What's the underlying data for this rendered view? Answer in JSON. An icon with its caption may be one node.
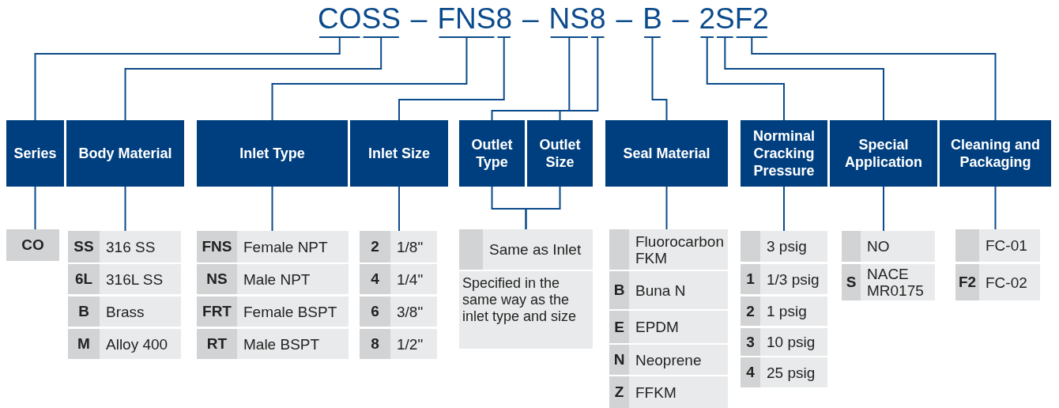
{
  "diagram": {
    "nodes": [
      {
        "text": [
          "CO"
        ]
      },
      {
        "text": [
          "SS"
        ]
      },
      {
        "text": [
          "FNS"
        ]
      },
      {
        "text": [
          "8"
        ]
      },
      {
        "text": [
          "NS"
        ]
      },
      {
        "text": [
          "8"
        ]
      },
      {
        "text": [
          "B"
        ]
      },
      {
        "text": [
          "2"
        ]
      },
      {
        "text": [
          "S"
        ]
      },
      {
        "text": [
          "F2"
        ]
      },
      {
        "text": [
          "Series"
        ]
      },
      {
        "text": [
          "Body Material"
        ]
      },
      {
        "text": [
          "Inlet Type"
        ]
      },
      {
        "text": [
          "Inlet Size"
        ]
      },
      {
        "text": [
          "Outlet Type"
        ]
      },
      {
        "text": [
          "Outlet Size"
        ]
      },
      {
        "text": [
          "Seal Material"
        ]
      },
      {
        "text": [
          "Norminal Cracking Pressure"
        ]
      },
      {
        "text": [
          "Special Application"
        ]
      },
      {
        "text": [
          "Cleaning and Packaging"
        ]
      },
      {
        "text": [
          "CO"
        ]
      },
      {
        "text": [
          "SS",
          "316 SS"
        ]
      },
      {
        "text": [
          "6L",
          "316L SS"
        ]
      },
      {
        "text": [
          "B",
          "Brass"
        ]
      },
      {
        "text": [
          "M",
          "Alloy 400"
        ]
      },
      {
        "text": [
          "FNS",
          "Female NPT"
        ]
      },
      {
        "text": [
          "NS",
          "Male NPT"
        ]
      },
      {
        "text": [
          "FRT",
          "Female BSPT"
        ]
      },
      {
        "text": [
          "RT",
          "Male BSPT"
        ]
      },
      {
        "text": [
          "2",
          "1/8\""
        ]
      },
      {
        "text": [
          "4",
          "1/4\""
        ]
      },
      {
        "text": [
          "6",
          "3/8\""
        ]
      },
      {
        "text": [
          "8",
          "1/2\""
        ]
      },
      {
        "text": [
          "Same as Inlet"
        ]
      },
      {
        "text": [
          "Specified in the same way as the inlet type and size"
        ]
      },
      {
        "text": [
          "Fluorocarbon FKM"
        ]
      },
      {
        "text": [
          "B",
          "Buna N"
        ]
      },
      {
        "text": [
          "E",
          "EPDM"
        ]
      },
      {
        "text": [
          "N",
          "Neoprene"
        ]
      },
      {
        "text": [
          "Z",
          "FFKM"
        ]
      },
      {
        "text": [
          "3 psig"
        ]
      },
      {
        "text": [
          "1",
          "1/3 psig"
        ]
      },
      {
        "text": [
          "2",
          "1 psig"
        ]
      },
      {
        "text": [
          "3",
          "10 psig"
        ]
      },
      {
        "text": [
          "4",
          "25 psig"
        ]
      },
      {
        "text": [
          "NO"
        ]
      },
      {
        "text": [
          "S",
          "NACE MR0175"
        ]
      },
      {
        "text": [
          "FC-01"
        ]
      },
      {
        "text": [
          "F2",
          "FC-02"
        ]
      }
    ],
    "edges": [
      {
        "from": 0,
        "to": 10,
        "arrow": "none"
      },
      {
        "from": 1,
        "to": 11,
        "arrow": "none"
      },
      {
        "from": 2,
        "to": 12,
        "arrow": "none"
      },
      {
        "from": 3,
        "to": 13,
        "arrow": "none"
      },
      {
        "from": 4,
        "to": 14,
        "arrow": "none"
      },
      {
        "from": 5,
        "to": 15,
        "arrow": "none"
      },
      {
        "from": 6,
        "to": 16,
        "arrow": "none"
      },
      {
        "from": 7,
        "to": 17,
        "arrow": "none"
      },
      {
        "from": 8,
        "to": 18,
        "arrow": "none"
      },
      {
        "from": 9,
        "to": 19,
        "arrow": "none"
      },
      {
        "from": 10,
        "to": 20,
        "arrow": "none"
      },
      {
        "from": 11,
        "to": 21,
        "arrow": "none"
      },
      {
        "from": 12,
        "to": 25,
        "arrow": "none"
      },
      {
        "from": 13,
        "to": 29,
        "arrow": "none"
      },
      {
        "from": 14,
        "to": 33,
        "arrow": "none"
      },
      {
        "from": 15,
        "to": 33,
        "arrow": "none"
      },
      {
        "from": 16,
        "to": 35,
        "arrow": "none"
      },
      {
        "from": 17,
        "to": 40,
        "arrow": "none"
      },
      {
        "from": 18,
        "to": 45,
        "arrow": "none"
      },
      {
        "from": 19,
        "to": 47,
        "arrow": "none"
      }
    ],
    "labels": [
      "–",
      "–",
      "–",
      "–"
    ]
  }
}
